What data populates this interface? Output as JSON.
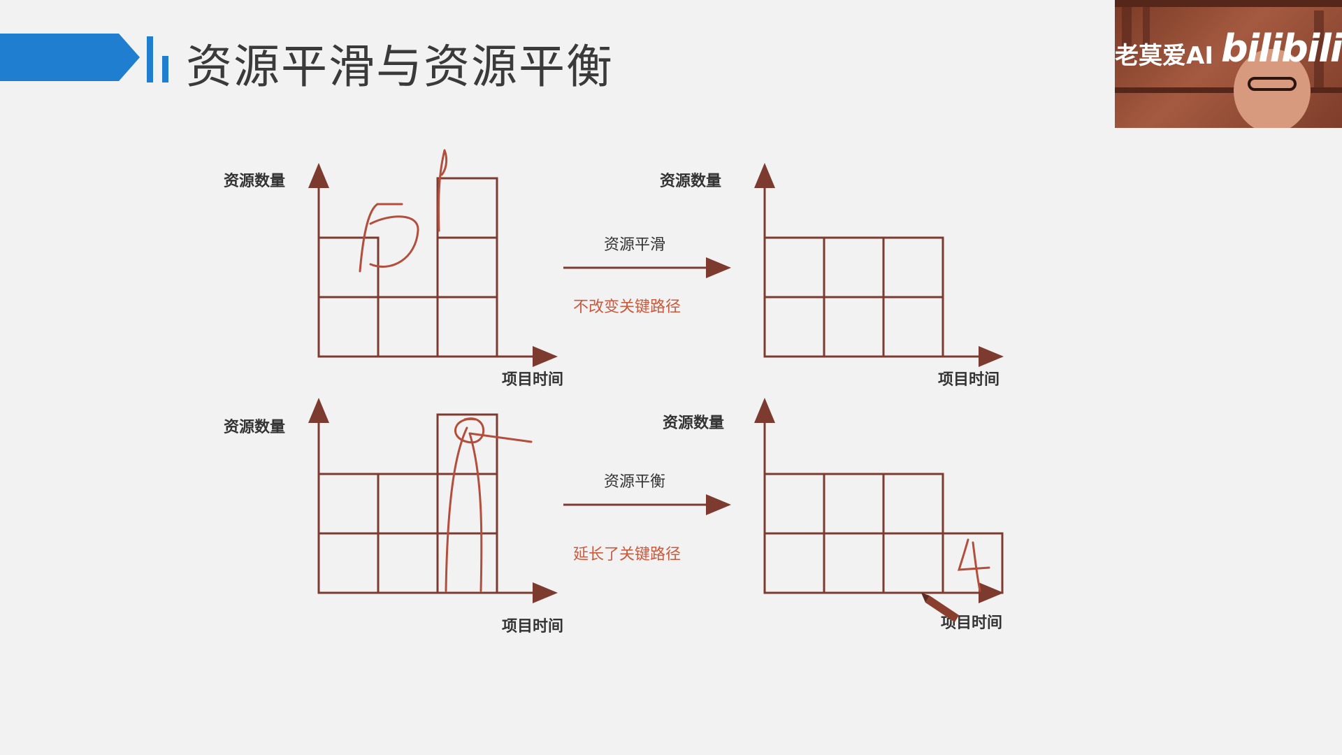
{
  "slide": {
    "title": "资源平滑与资源平衡"
  },
  "webcam": {
    "watermark_text": "老莫爱AI",
    "logo_text": "bilibili"
  },
  "diagrams": {
    "top_left": {
      "ylabel": "资源数量",
      "xlabel": "项目时间"
    },
    "top_right": {
      "ylabel": "资源数量",
      "xlabel": "项目时间"
    },
    "bottom_left": {
      "ylabel": "资源数量",
      "xlabel": "项目时间"
    },
    "bottom_right": {
      "ylabel": "资源数量",
      "xlabel": "项目时间"
    }
  },
  "arrows": {
    "smoothing": {
      "label": "资源平滑",
      "note": "不改变关键路径"
    },
    "leveling": {
      "label": "资源平衡",
      "note": "延长了关键路径"
    }
  },
  "colors": {
    "accent": "#1f7ed0",
    "grid": "#7d3b30",
    "note": "#c85a3e",
    "ink": "#b34e3c"
  }
}
